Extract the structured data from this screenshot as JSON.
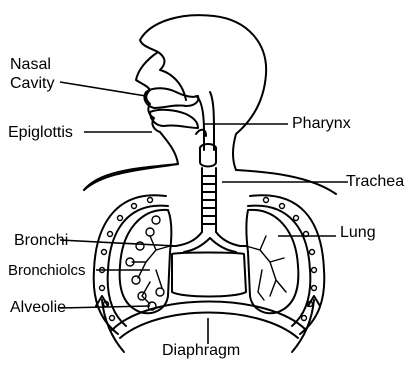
{
  "labels": {
    "nasal_line1": "Nasal",
    "nasal_line2": "Cavity",
    "epiglottis": "Epiglottis",
    "pharynx": "Pharynx",
    "trachea": "Trachea",
    "bronchi": "Bronchi",
    "lung": "Lung",
    "bronchioles": "Bronchiolcs",
    "alveolie": "Alveolie",
    "diaphragm": "Diaphragm"
  }
}
